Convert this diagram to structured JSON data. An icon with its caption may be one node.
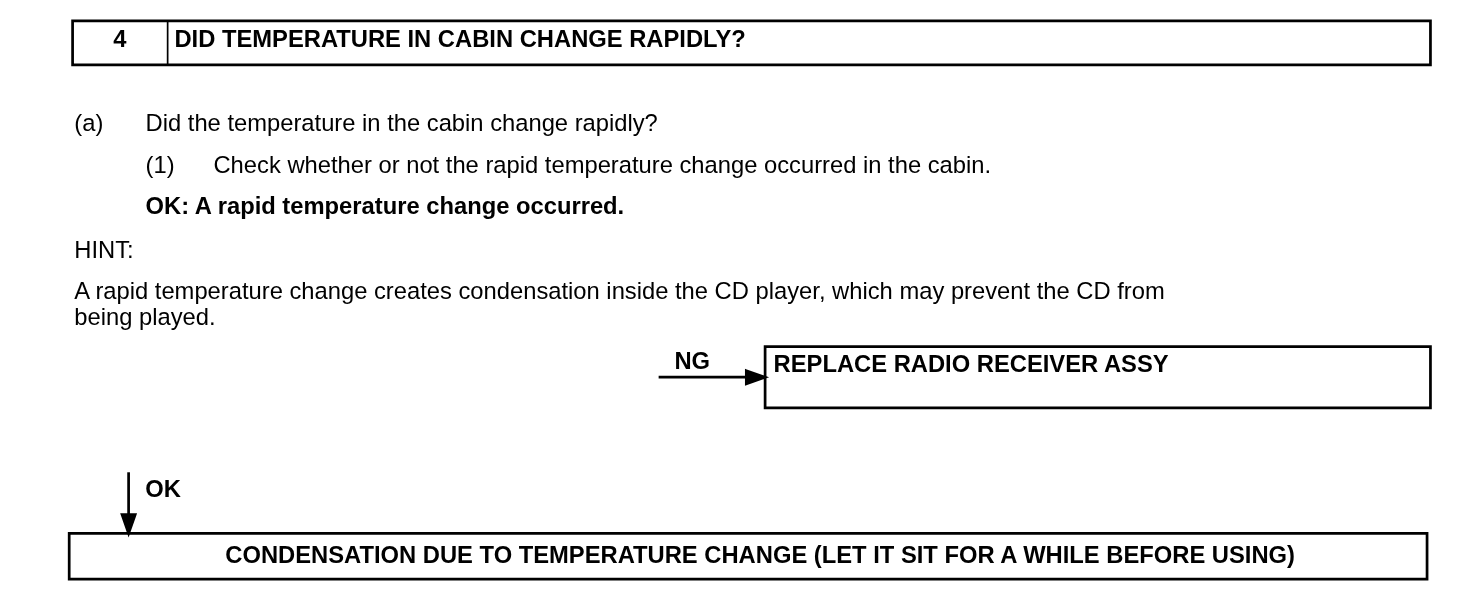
{
  "diagram": {
    "nodes": [
      {
        "text": [
          "4",
          "DID TEMPERATURE IN CABIN CHANGE RAPIDLY?"
        ]
      },
      {
        "text": [
          "REPLACE RADIO RECEIVER ASSY"
        ]
      },
      {
        "text": [
          "CONDENSATION DUE TO TEMPERATURE CHANGE (LET IT SIT FOR A WHILE BEFORE USING)"
        ]
      }
    ],
    "edges": [
      {
        "from": null,
        "to": 1,
        "arrow": "to",
        "label": "NG"
      },
      {
        "from": null,
        "to": 2,
        "arrow": "to",
        "label": "OK"
      }
    ],
    "labels": [
      "(a)",
      "Did the temperature in the cabin change rapidly?",
      "(1)",
      "Check whether or not the rapid temperature change occurred in the cabin.",
      "OK: A rapid temperature change occurred.",
      "HINT:",
      "A rapid temperature change creates condensation inside the CD player, which may prevent the CD from being played."
    ]
  }
}
